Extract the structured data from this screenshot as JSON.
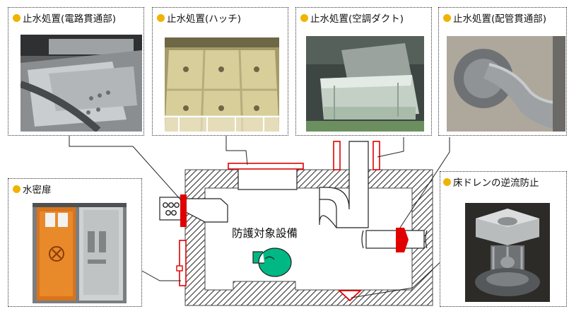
{
  "callouts": {
    "electrical_penetration": {
      "title": "止水処置(電路貫通部)",
      "icon": "bullet-dot-icon"
    },
    "hatch": {
      "title": "止水処置(ハッチ)",
      "icon": "bullet-dot-icon"
    },
    "hvac_duct": {
      "title": "止水処置(空調ダクト)",
      "icon": "bullet-dot-icon"
    },
    "pipe_penetration": {
      "title": "止水処置(配管貫通部)",
      "icon": "bullet-dot-icon"
    },
    "watertight_door": {
      "title": "水密扉",
      "icon": "bullet-dot-icon"
    },
    "floor_drain": {
      "title": "床ドレンの逆流防止",
      "icon": "bullet-dot-icon"
    }
  },
  "diagram": {
    "center_label": "防護対象設備",
    "colors": {
      "bullet": "#f0b400",
      "seal_red": "#e00000",
      "equipment_green": "#00b884",
      "wall_hatch": "#333333"
    }
  }
}
